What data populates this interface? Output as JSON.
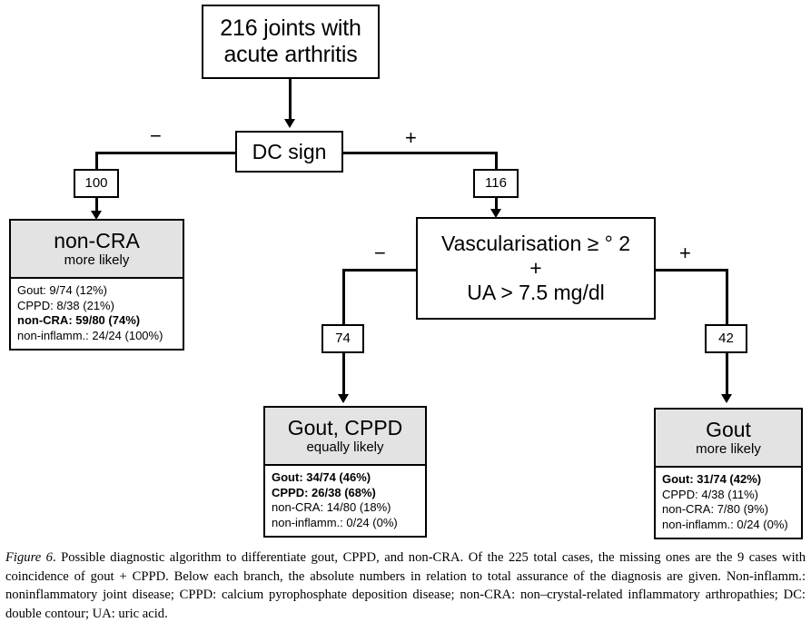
{
  "figure": {
    "nodes": {
      "root": {
        "line1": "216 joints with",
        "line2": "acute arthritis"
      },
      "dc_sign": {
        "label": "DC sign"
      },
      "vascularisation": {
        "line1": "Vascularisation ≥ °  2",
        "line2": "+",
        "line3": "UA > 7.5 mg/dl"
      },
      "non_cra": {
        "title": "non-CRA",
        "subtitle": "more likely",
        "rows": [
          {
            "text": "Gout: 9/74 (12%)",
            "bold": false
          },
          {
            "text": "CPPD: 8/38 (21%)",
            "bold": false
          },
          {
            "text": "non-CRA: 59/80 (74%)",
            "bold": true
          },
          {
            "text": "non-inflamm.: 24/24 (100%)",
            "bold": false
          }
        ]
      },
      "gout_cppd": {
        "title": "Gout, CPPD",
        "subtitle": "equally likely",
        "rows": [
          {
            "text": "Gout: 34/74 (46%)",
            "bold": true
          },
          {
            "text": "CPPD: 26/38 (68%)",
            "bold": true
          },
          {
            "text": "non-CRA: 14/80 (18%)",
            "bold": false
          },
          {
            "text": "non-inflamm.: 0/24 (0%)",
            "bold": false
          }
        ]
      },
      "gout": {
        "title": "Gout",
        "subtitle": "more likely",
        "rows": [
          {
            "text": "Gout: 31/74 (42%)",
            "bold": true
          },
          {
            "text": "CPPD: 4/38 (11%)",
            "bold": false
          },
          {
            "text": "non-CRA: 7/80 (9%)",
            "bold": false
          },
          {
            "text": "non-inflamm.: 0/24 (0%)",
            "bold": false
          }
        ]
      }
    },
    "counts": {
      "dc_negative": "100",
      "dc_positive": "116",
      "vasc_negative": "74",
      "vasc_positive": "42"
    },
    "branch_signs": {
      "dc_minus": "−",
      "dc_plus": "+",
      "vasc_minus": "−",
      "vasc_plus": "+"
    },
    "caption": {
      "label": "Figure 6",
      "text": ". Possible diagnostic algorithm to differentiate gout, CPPD, and non-CRA. Of the 225 total cases, the missing ones are the 9 cases with coincidence of gout + CPPD. Below each branch, the absolute numbers in relation to total assurance of the diagnosis are given. Non-inflamm.: noninflammatory joint disease; CPPD: calcium pyrophosphate deposition disease; non-CRA: non–crystal-related inflammatory arthropathies; DC: double contour; UA: uric acid."
    },
    "colors": {
      "shade": "#e3e3e3",
      "stroke": "#000000",
      "background": "#ffffff"
    }
  },
  "chart_data": {
    "type": "diagram",
    "title": "Possible diagnostic algorithm to differentiate gout, CPPD, and non-CRA",
    "root_total": 216,
    "nodes": [
      {
        "id": "root",
        "label": "216 joints with acute arthritis",
        "n": 216
      },
      {
        "id": "dc_sign",
        "label": "DC sign",
        "type": "decision"
      },
      {
        "id": "non_cra",
        "label": "non-CRA more likely",
        "n": 100,
        "branch": "DC sign −",
        "stats": {
          "Gout": "9/74 (12%)",
          "CPPD": "8/38 (21%)",
          "non-CRA": "59/80 (74%)",
          "non-inflamm.": "24/24 (100%)"
        }
      },
      {
        "id": "vascularisation",
        "label": "Vascularisation ≥ °2 + UA > 7.5 mg/dl",
        "n": 116,
        "branch": "DC sign +",
        "type": "decision"
      },
      {
        "id": "gout_cppd",
        "label": "Gout, CPPD equally likely",
        "n": 74,
        "branch": "Vascularisation −",
        "stats": {
          "Gout": "34/74 (46%)",
          "CPPD": "26/38 (68%)",
          "non-CRA": "14/80 (18%)",
          "non-inflamm.": "0/24 (0%)"
        }
      },
      {
        "id": "gout",
        "label": "Gout more likely",
        "n": 42,
        "branch": "Vascularisation +",
        "stats": {
          "Gout": "31/74 (42%)",
          "CPPD": "4/38 (11%)",
          "non-CRA": "7/80 (9%)",
          "non-inflamm.": "0/24 (0%)"
        }
      }
    ]
  }
}
